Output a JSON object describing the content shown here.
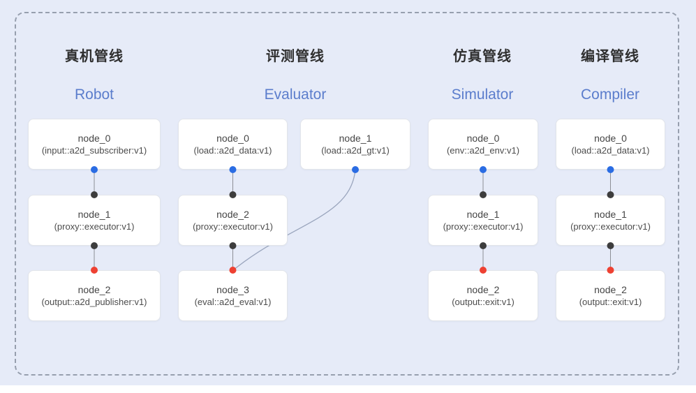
{
  "pipelines": [
    {
      "title_zh": "真机管线",
      "title_en": "Robot",
      "nodes": [
        {
          "title": "node_0",
          "subtitle": "(input::a2d_subscriber:v1)"
        },
        {
          "title": "node_1",
          "subtitle": "(proxy::executor:v1)"
        },
        {
          "title": "node_2",
          "subtitle": "(output::a2d_publisher:v1)"
        }
      ]
    },
    {
      "title_zh": "评测管线",
      "title_en": "Evaluator",
      "nodes": [
        {
          "title": "node_0",
          "subtitle": "(load::a2d_data:v1)"
        },
        {
          "title": "node_1",
          "subtitle": "(load::a2d_gt:v1)"
        },
        {
          "title": "node_2",
          "subtitle": "(proxy::executor:v1)"
        },
        {
          "title": "node_3",
          "subtitle": "(eval::a2d_eval:v1)"
        }
      ]
    },
    {
      "title_zh": "仿真管线",
      "title_en": "Simulator",
      "nodes": [
        {
          "title": "node_0",
          "subtitle": "(env::a2d_env:v1)"
        },
        {
          "title": "node_1",
          "subtitle": "(proxy::executor:v1)"
        },
        {
          "title": "node_2",
          "subtitle": "(output::exit:v1)"
        }
      ]
    },
    {
      "title_zh": "编译管线",
      "title_en": "Compiler",
      "nodes": [
        {
          "title": "node_0",
          "subtitle": "(load::a2d_data:v1)"
        },
        {
          "title": "node_1",
          "subtitle": "(proxy::executor:v1)"
        },
        {
          "title": "node_2",
          "subtitle": "(output::exit:v1)"
        }
      ]
    }
  ],
  "colors": {
    "port_output_blue": "#2a6ce3",
    "port_link_black": "#3d3d3d",
    "port_input_red": "#ee4132",
    "english_title_blue": "#5b7dcc",
    "panel_background": "#e6ebf8"
  }
}
